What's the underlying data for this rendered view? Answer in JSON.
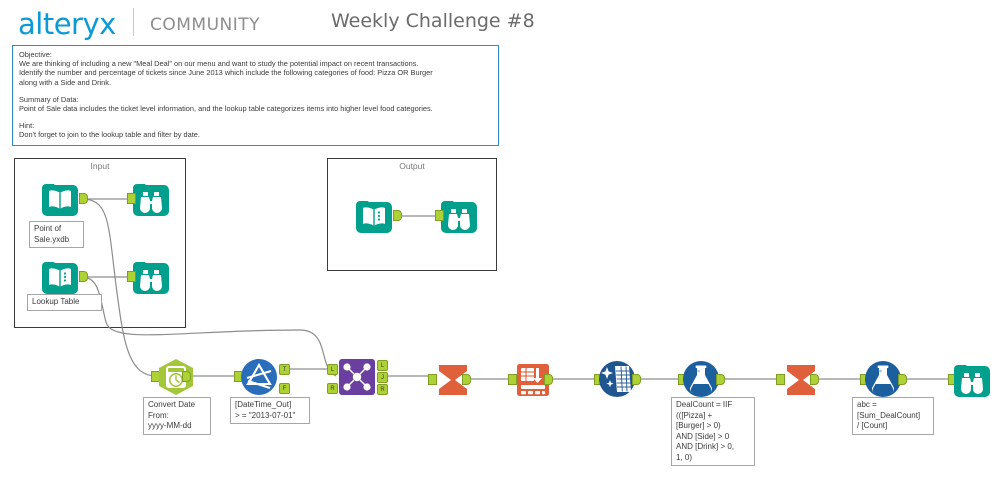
{
  "header": {
    "logo": "alteryx",
    "section": "COMMUNITY",
    "title": "Weekly Challenge #8",
    "logo_color": "#0c9ad6",
    "section_color": "#8d8d8d"
  },
  "objective": {
    "border_color": "#2b8ccc",
    "heading_objective": "Objective:",
    "body_objective": "We are thinking of including a new \"Meal Deal\" on our menu and want to study the potential impact on recent transactions.\nIdentify the number and percentage of tickets since June 2013 which include the following categories of food: Pizza OR Burger\nalong with a Side and Drink.",
    "heading_summary": "Summary of Data:",
    "body_summary": "Point of Sale data includes the ticket level information, and the lookup table categorizes items into higher level food categories.",
    "heading_hint": "Hint:",
    "body_hint": "Don't forget to join to the lookup table and filter by date."
  },
  "containers": [
    {
      "name": "input",
      "label": "Input"
    },
    {
      "name": "output",
      "label": "Output"
    }
  ],
  "annotations": {
    "point_of_sale": "Point of\nSale.yxdb",
    "lookup_table": "Lookup Table",
    "convert_date": "Convert Date\nFrom:\nyyyy-MM-dd",
    "filter_expr": "[DateTime_Out]\n> = \"2013-07-01\"",
    "formula_deal": "DealCount = IIF\n(([Pizza] +\n[Burger] > 0)\nAND [Side] > 0\nAND [Drink] > 0,\n1, 0)",
    "formula_pct": "abc =\n[Sum_DealCount]\n/ [Count]"
  },
  "anchor_labels": {
    "true": "T",
    "false": "F",
    "left": "L",
    "right": "R",
    "join": "J"
  },
  "tools": [
    {
      "id": "input-pos",
      "icon": "input-data-icon",
      "label": "Input Data",
      "color": "#00a08c"
    },
    {
      "id": "input-lookup",
      "icon": "input-data-icon",
      "label": "Input Data",
      "color": "#00a08c"
    },
    {
      "id": "browse-pos",
      "icon": "browse-icon",
      "label": "Browse",
      "color": "#00a08c"
    },
    {
      "id": "browse-lookup",
      "icon": "browse-icon",
      "label": "Browse",
      "color": "#00a08c"
    },
    {
      "id": "output-input",
      "icon": "input-data-icon",
      "label": "Input Data",
      "color": "#00a08c"
    },
    {
      "id": "output-browse",
      "icon": "browse-icon",
      "label": "Browse",
      "color": "#00a08c"
    },
    {
      "id": "datetime",
      "icon": "datetime-icon",
      "label": "DateTime",
      "color": "#a4c63a"
    },
    {
      "id": "filter",
      "icon": "filter-icon",
      "label": "Filter",
      "color": "#2a6ebb"
    },
    {
      "id": "join",
      "icon": "join-icon",
      "label": "Join",
      "color": "#6b3fa0"
    },
    {
      "id": "summarize-1",
      "icon": "summarize-icon",
      "label": "Summarize",
      "color": "#e0603c"
    },
    {
      "id": "crosstab",
      "icon": "crosstab-icon",
      "label": "Cross Tab",
      "color": "#e0603c"
    },
    {
      "id": "cleanse",
      "icon": "data-cleansing-icon",
      "label": "Data Cleansing",
      "color": "#20568f"
    },
    {
      "id": "formula-1",
      "icon": "formula-icon",
      "label": "Formula",
      "color": "#1c5f9e"
    },
    {
      "id": "summarize-2",
      "icon": "summarize-icon",
      "label": "Summarize",
      "color": "#e0603c"
    },
    {
      "id": "formula-2",
      "icon": "formula-icon",
      "label": "Formula",
      "color": "#1c5f9e"
    },
    {
      "id": "browse-final",
      "icon": "browse-icon",
      "label": "Browse",
      "color": "#00a08c"
    }
  ],
  "colors": {
    "teal": "#00a08c",
    "green": "#a4c63a",
    "blue": "#2a6ebb",
    "purple": "#6b3fa0",
    "orange": "#e0603c",
    "darkblue": "#20568f",
    "anchor": "#aed136",
    "wire": "#8d8d8d",
    "canvas": "#ffffff"
  }
}
